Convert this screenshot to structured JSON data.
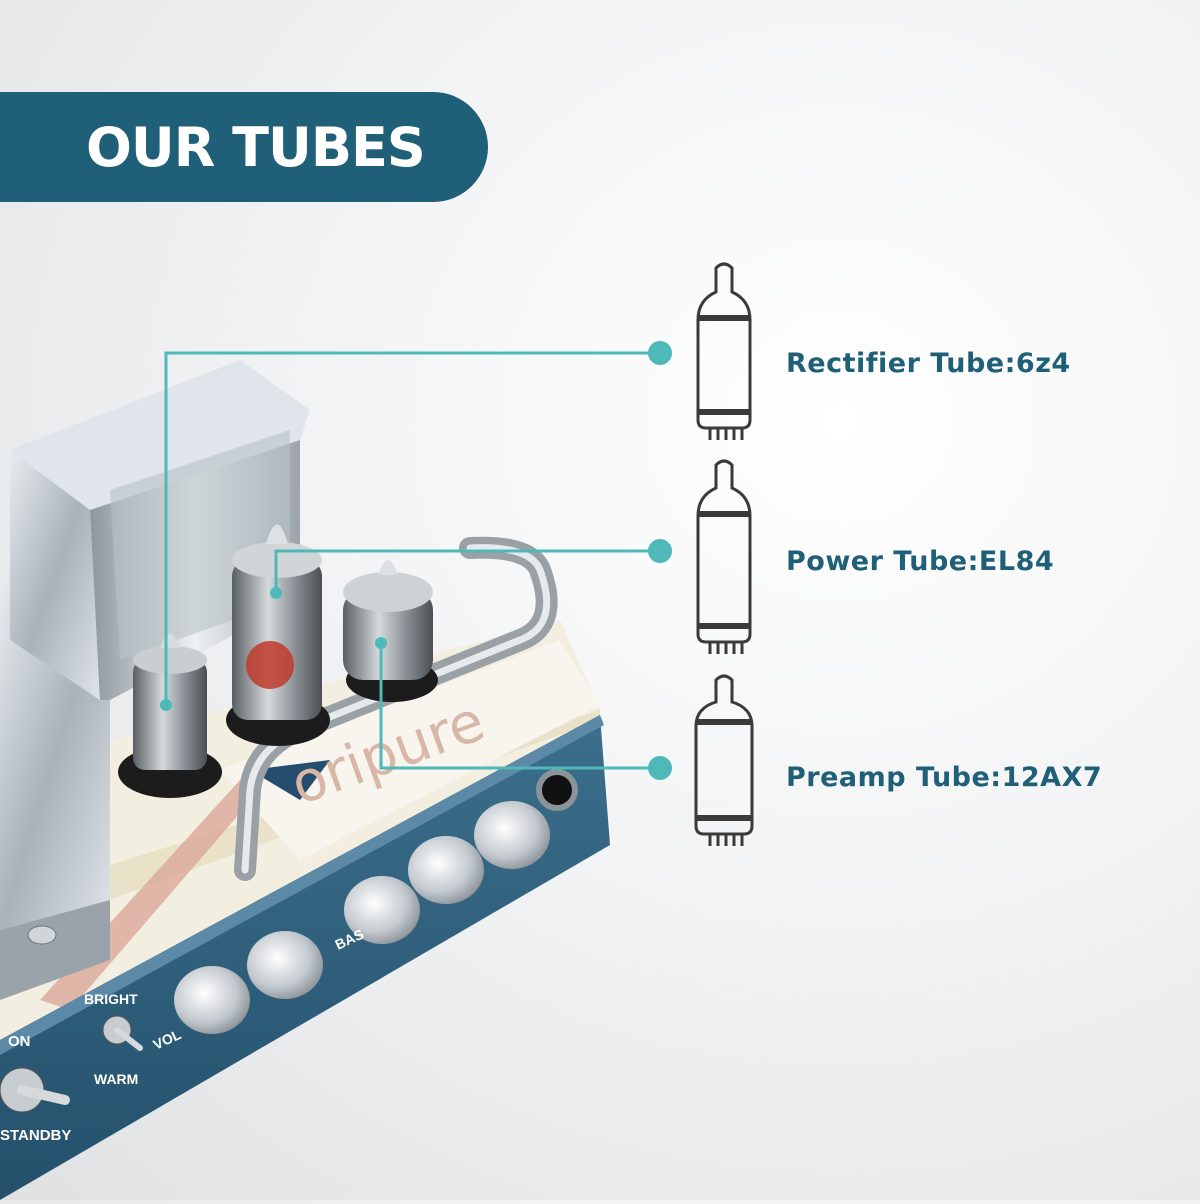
{
  "banner": {
    "title": "OUR TUBES"
  },
  "tubes": [
    {
      "label": "Rectifier Tube:6z4"
    },
    {
      "label": "Power Tube:EL84"
    },
    {
      "label": "Preamp Tube:12AX7"
    }
  ],
  "amp": {
    "brand": "oripure",
    "switch_labels": {
      "on": "ON",
      "standby": "STANDBY",
      "bright": "BRIGHT",
      "warm": "WARM"
    },
    "knob_labels": {
      "volume": "VOL",
      "bass": "BAS"
    }
  },
  "colors": {
    "accent_teal": "#4fb8b8",
    "brand_blue": "#1f5f78",
    "tube_outline": "#3a3a3a",
    "chassis_blue": "#2c5f7d"
  },
  "icons": [
    "tube-outline-icon",
    "connector-dot-icon"
  ]
}
